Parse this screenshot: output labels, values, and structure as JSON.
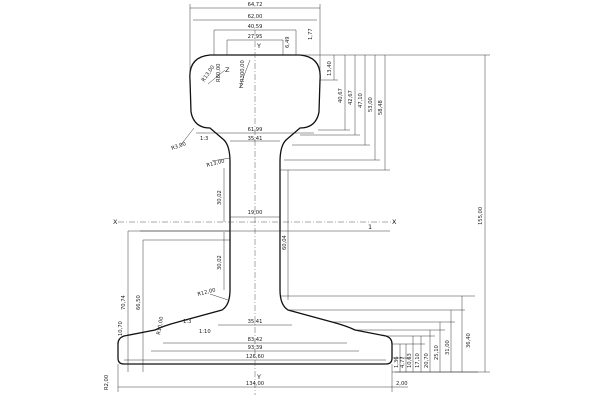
{
  "dimensions": {
    "head_width": "64,72",
    "head_top_width": "62,00",
    "head_inner_width": "40,59",
    "head_crown_width": "27,95",
    "head_r1": "R13,00",
    "head_r2": "R80,00",
    "head_r3": "R300,00",
    "head_small_1": "6,49",
    "head_small_2": "1,77",
    "head_right_1": "13,40",
    "head_right_2": "40,67",
    "head_right_3": "42,67",
    "head_right_4": "47,10",
    "head_right_5": "53,00",
    "head_right_6": "58,48",
    "head_bottom_width": "61,99",
    "head_neck_width": "35,41",
    "slope_upper": "1:3",
    "neck_upper_radius": "R3,00",
    "web_upper_radius": "R13,00",
    "web_upper_height": "30,02",
    "web_width": "19,00",
    "web_lower_height": "30,02",
    "web_right_height": "60,04",
    "total_height": "155,00",
    "left_height_1": "70,74",
    "left_height_2": "66,50",
    "web_lower_radius": "R12,00",
    "foot_top_radius": "R10,00",
    "slope_lower": "1:3",
    "foot_left_small": "10,70",
    "foot_slope": "1:10",
    "foot_neck_width": "35,41",
    "foot_w1": "83,42",
    "foot_w2": "93,39",
    "foot_w3": "126,60",
    "foot_total_width": "134,00",
    "foot_offset": "2,00",
    "foot_edge_radius": "R2,00",
    "foot_right_1": "1,36",
    "foot_right_2": "4,77",
    "foot_right_3": "10,63",
    "foot_right_4": "17,10",
    "foot_right_5": "20,70",
    "foot_right_6": "25,10",
    "foot_right_7": "31,00",
    "foot_right_8": "36,40"
  },
  "axes": {
    "x_left": "X",
    "x_right": "X",
    "y_top": "Y",
    "y_bottom": "Y",
    "z_label": "Z",
    "y_label": "Y",
    "neutral": "1"
  }
}
